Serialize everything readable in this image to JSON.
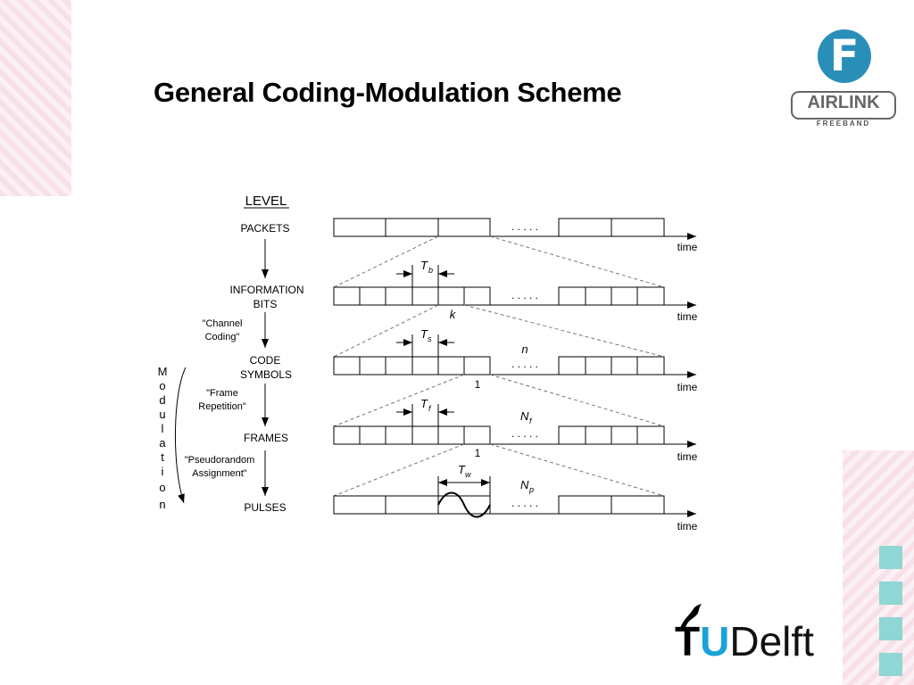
{
  "title": "General Coding-Modulation Scheme",
  "logos": {
    "airlink": "AIRLINK",
    "freeband": "FREEBAND",
    "airlink_letter": "F",
    "tud_t": "T",
    "tud_u": "U",
    "tud_rest": "Delft"
  },
  "diagram": {
    "level_header": "LEVEL",
    "levels": [
      "PACKETS",
      "INFORMATION",
      "BITS",
      "CODE",
      "SYMBOLS",
      "FRAMES",
      "PULSES"
    ],
    "transitions": [
      "\"Channel",
      "Coding\"",
      "\"Frame",
      "Repetition\"",
      "\"Pseudorandom",
      "Assignment\""
    ],
    "modulation_letters": [
      "M",
      "o",
      "d",
      "u",
      "l",
      "a",
      "t",
      "i",
      "o",
      "n"
    ],
    "time_label": "time",
    "dots": ". . . . .",
    "symbols": {
      "Tb_main": "T",
      "Tb_sub": "b",
      "Ts_main": "T",
      "Ts_sub": "s",
      "Tf_main": "T",
      "Tf_sub": "f",
      "Tw_main": "T",
      "Tw_sub": "w",
      "k": "k",
      "n": "n",
      "Nf_main": "N",
      "Nf_sub": "f",
      "Np_main": "N",
      "Np_sub": "p",
      "one_a": "1",
      "one_b": "1"
    }
  },
  "colors": {
    "line": "#000000",
    "dash": "#777777",
    "teal": "#8fd6d4",
    "tud_blue": "#1aa3d8"
  }
}
